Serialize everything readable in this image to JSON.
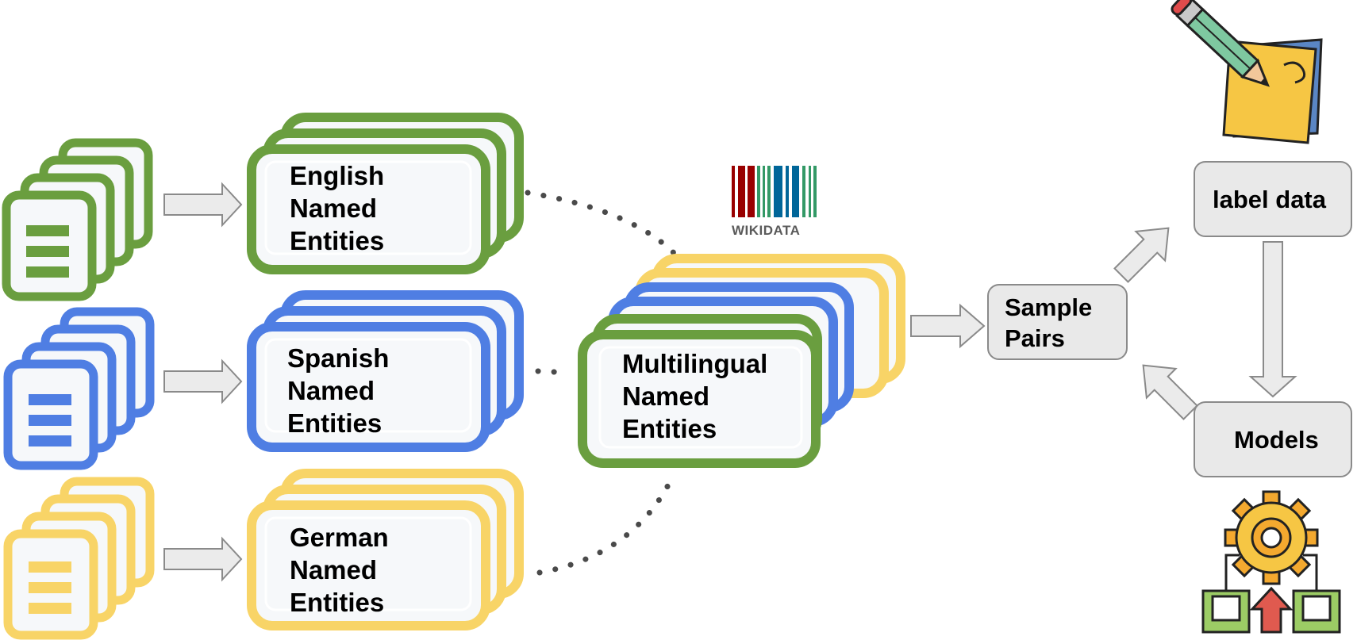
{
  "colors": {
    "green": "#6a9e3f",
    "blue": "#4f7ee3",
    "yellow": "#f8d467",
    "card_fill": "#f6f8fa",
    "gray_box": "#e9e9e9",
    "gray_border": "#8a8a8a",
    "dots": "#4a4a4a"
  },
  "sources": [
    {
      "id": "english",
      "color": "green",
      "line1": "English",
      "line2": "Named",
      "line3": "Entities"
    },
    {
      "id": "spanish",
      "color": "blue",
      "line1": "Spanish",
      "line2": "Named",
      "line3": "Entities"
    },
    {
      "id": "german",
      "color": "yellow",
      "line1": "German",
      "line2": "Named",
      "line3": "Entities"
    }
  ],
  "multilingual": {
    "line1": "Multilingual",
    "line2": "Named",
    "line3": "Entities"
  },
  "wikidata": {
    "logo_text": "WIKIDATA",
    "bar_colors": [
      "#990000",
      "#339966",
      "#006699"
    ]
  },
  "sample_pairs": {
    "line1": "Sample",
    "line2": "Pairs"
  },
  "label_data": {
    "label": "label data"
  },
  "models": {
    "label": "Models"
  },
  "icons": {
    "document": "document-stack-icon",
    "arrow": "arrow-right-icon",
    "annotate": "pencil-notepad-icon",
    "model": "gear-model-icon"
  }
}
